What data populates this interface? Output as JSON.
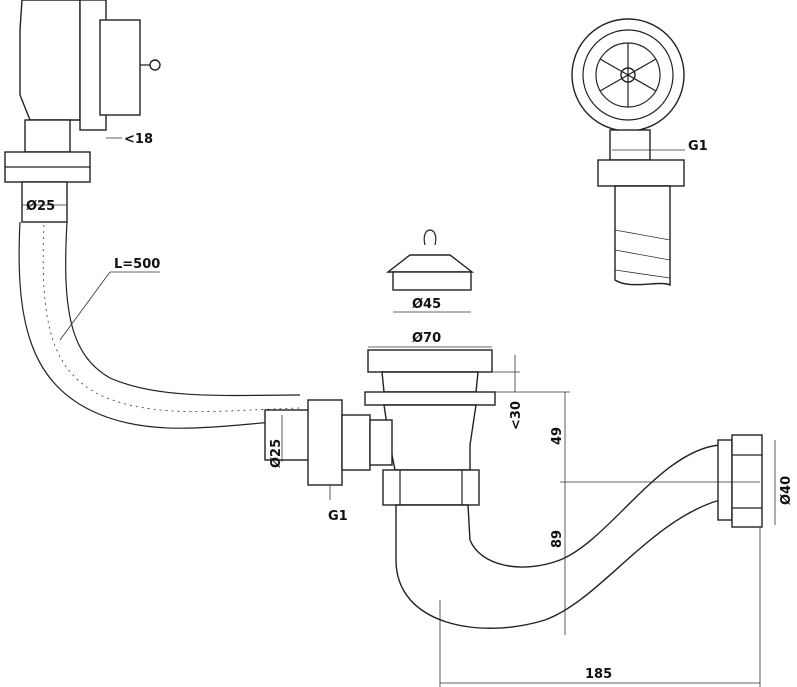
{
  "labels": {
    "overflow_thickness": "<18",
    "overflow_diameter": "Ø25",
    "hose_length": "L=500",
    "grate_thread": "G1",
    "stopper_diameter": "Ø45",
    "flange_diameter": "Ø70",
    "sink_thickness": "<30",
    "height_upper": "49",
    "inlet_diameter": "Ø25",
    "inlet_thread": "G1",
    "height_lower": "89",
    "outlet_diameter": "Ø40",
    "width_total": "185"
  },
  "colors": {
    "line": "#222222",
    "background": "#ffffff"
  }
}
